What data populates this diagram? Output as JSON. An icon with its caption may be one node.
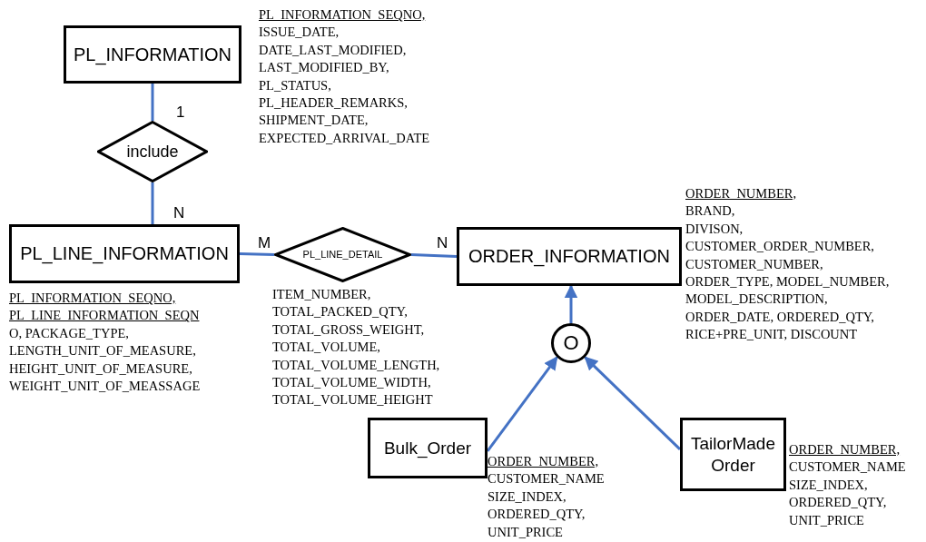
{
  "diagram": {
    "nodes": [
      {
        "text": [
          "PL_INFORMATION"
        ],
        "beside": [
          "PL_INFORMATION_SEQNO,",
          "ISSUE_DATE,",
          "DATE_LAST_MODIFIED,",
          "LAST_MODIFIED_BY,",
          "PL_STATUS,",
          "PL_HEADER_REMARKS,",
          "SHIPMENT_DATE,",
          "EXPECTED_ARRIVAL_DATE"
        ]
      },
      {
        "text": [
          "include"
        ]
      },
      {
        "text": [
          "PL_LINE_INFORMATION"
        ],
        "beside": [
          "PL_INFORMATION_SEQNO,",
          "PL_LINE_INFORMATION_SEQN",
          "O, PACKAGE_TYPE,",
          "LENGTH_UNIT_OF_MEASURE,",
          "HEIGHT_UNIT_OF_MEASURE,",
          "WEIGHT_UNIT_OF_MEASSAGE"
        ]
      },
      {
        "text": [
          "PL_LINE_DETAIL"
        ],
        "beside": [
          "ITEM_NUMBER,",
          "TOTAL_PACKED_QTY,",
          "TOTAL_GROSS_WEIGHT,",
          "TOTAL_VOLUME,",
          "TOTAL_VOLUME_LENGTH,",
          "TOTAL_VOLUME_WIDTH,",
          "TOTAL_VOLUME_HEIGHT"
        ]
      },
      {
        "text": [
          "ORDER_INFORMATION"
        ],
        "beside": [
          "ORDER_NUMBER,",
          "BRAND,",
          "DIVISON,",
          "CUSTOMER_ORDER_NUMBER,",
          "CUSTOMER_NUMBER,",
          "ORDER_TYPE, MODEL_NUMBER,",
          "MODEL_DESCRIPTION,",
          "ORDER_DATE, ORDERED_QTY,",
          "RICE+PRE_UNIT, DISCOUNT"
        ]
      },
      {
        "text": [
          "O"
        ]
      },
      {
        "text": [
          "Bulk_Order"
        ],
        "beside": [
          "ORDER_NUMBER,",
          "CUSTOMER_NAME",
          "SIZE_INDEX,",
          "ORDERED_QTY,",
          "UNIT_PRICE"
        ]
      },
      {
        "text": [
          "TailorMade Order"
        ],
        "beside": [
          "ORDER_NUMBER,",
          "CUSTOMER_NAME",
          "SIZE_INDEX,",
          "ORDERED_QTY,",
          "UNIT_PRICE"
        ]
      }
    ],
    "edges": [
      {
        "from": 0,
        "to": 1,
        "arrow": "none",
        "label": "1"
      },
      {
        "from": 1,
        "to": 2,
        "arrow": "none",
        "label": "N"
      },
      {
        "from": 2,
        "to": 3,
        "arrow": "none",
        "label": "M"
      },
      {
        "from": 3,
        "to": 4,
        "arrow": "none",
        "label": "N"
      },
      {
        "from": 5,
        "to": 4,
        "arrow": "to"
      },
      {
        "from": 6,
        "to": 5,
        "arrow": "to"
      },
      {
        "from": 7,
        "to": 5,
        "arrow": "to"
      }
    ]
  }
}
